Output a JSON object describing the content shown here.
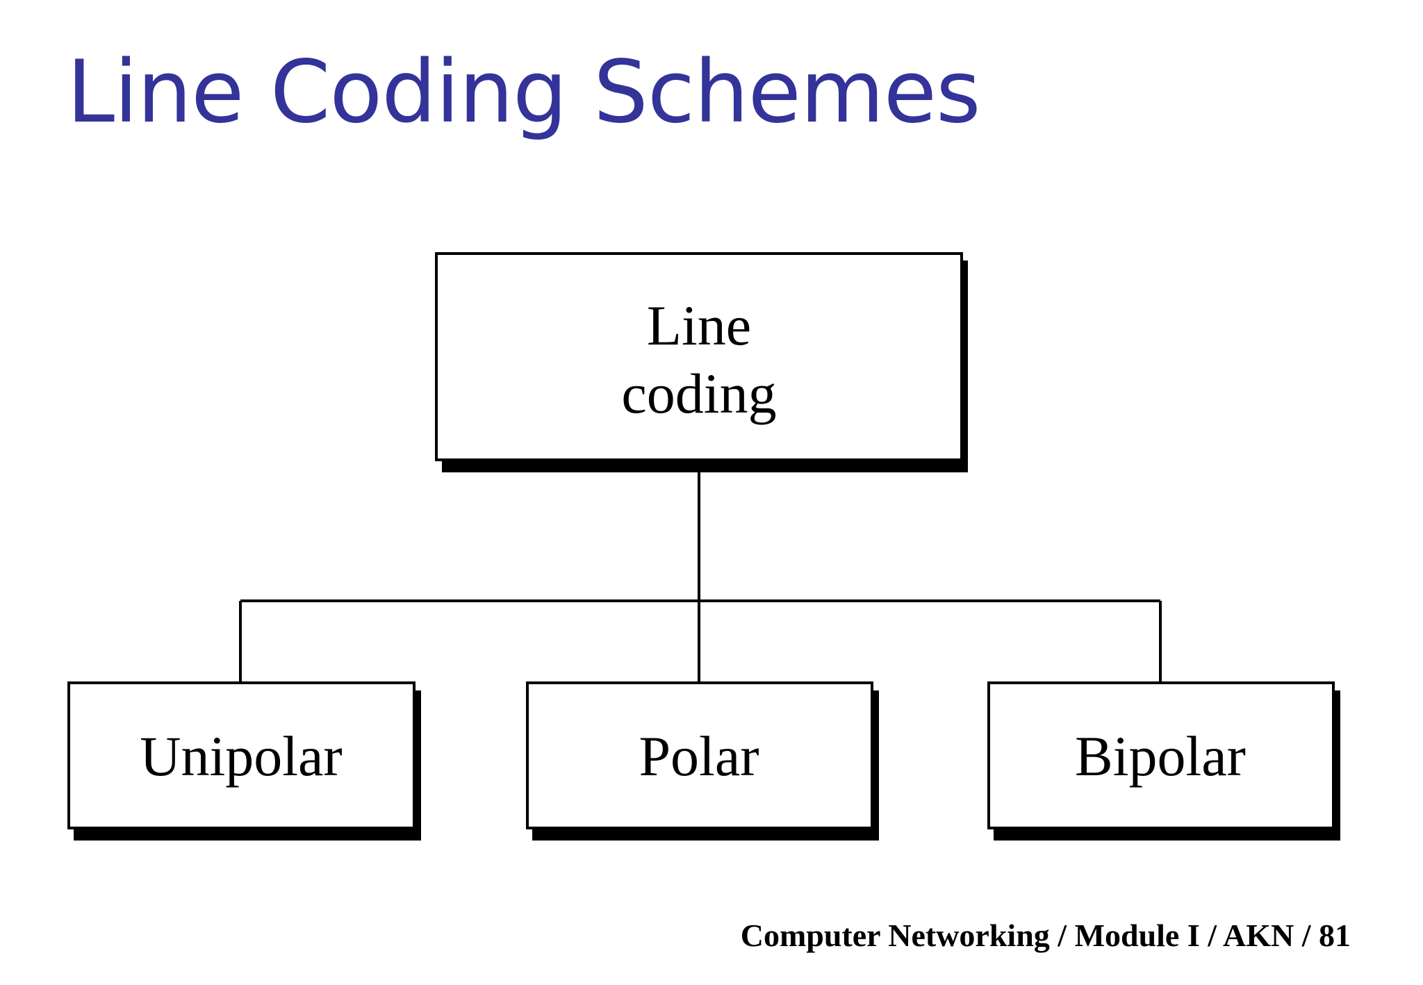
{
  "slide": {
    "title": "Line Coding Schemes",
    "title_color": "#333399",
    "footer": "Computer Networking / Module I / AKN / 81"
  },
  "diagram": {
    "root": {
      "lines": [
        "Line",
        "coding"
      ]
    },
    "children": [
      {
        "label": "Unipolar"
      },
      {
        "label": "Polar"
      },
      {
        "label": "Bipolar"
      }
    ]
  }
}
